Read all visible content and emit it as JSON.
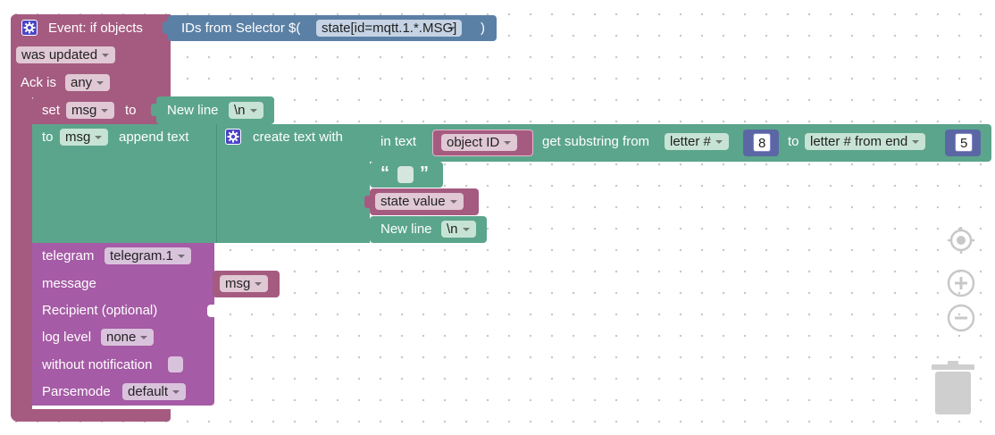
{
  "event_block": {
    "title": "Event: if objects",
    "selector_prefix": "IDs from Selector $(",
    "selector_value": "state[id=mqtt.1.*.MSG]",
    "selector_suffix": ")",
    "trigger_value": "was updated",
    "ack_label": "Ack is",
    "ack_value": "any"
  },
  "set_block": {
    "set_label": "set",
    "var_name": "msg",
    "to_label": "to",
    "newline_label": "New line",
    "newline_value": "\\n"
  },
  "append_block": {
    "to_label": "to",
    "var_name": "msg",
    "append_label": "append text",
    "create_label": "create text with",
    "in_text_label": "in text",
    "object_id_value": "object ID",
    "substring_label": "get substring from",
    "from_mode": "letter #",
    "from_number": "8",
    "to_label2": "to",
    "to_mode": "letter # from end",
    "to_number": "5",
    "quote_open": "“",
    "quote_close": "”",
    "state_value": "state value",
    "newline_label": "New line",
    "newline_value": "\\n"
  },
  "telegram_block": {
    "telegram_label": "telegram",
    "instance_value": "telegram.1",
    "message_label": "message",
    "message_var": "msg",
    "recipient_label": "Recipient (optional)",
    "loglevel_label": "log level",
    "loglevel_value": "none",
    "without_notification_label": "without notification",
    "parsemode_label": "Parsemode",
    "parsemode_value": "default"
  },
  "colors": {
    "event": "#a55b80",
    "variable": "#a55b80",
    "text": "#5ba58c",
    "telegram": "#a55ba5",
    "selector": "#5b80a5",
    "math": "#5b67a5"
  },
  "controls": {
    "recenter": "crosshair-icon",
    "zoom_in": "plus-icon",
    "zoom_out": "minus-icon",
    "trash": "trash-icon"
  }
}
